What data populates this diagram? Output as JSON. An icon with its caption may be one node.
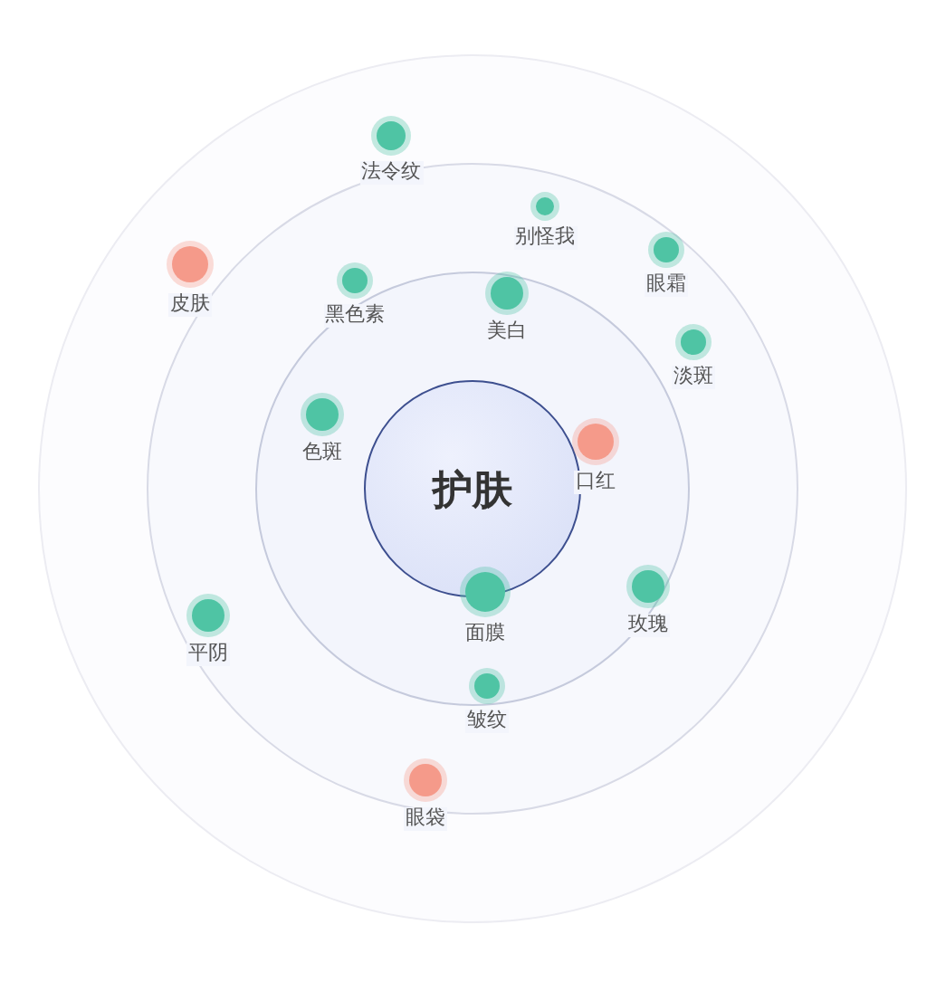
{
  "diagram": {
    "nodes": [
      {
        "text": [
          "护肤"
        ]
      },
      {
        "text": [
          "法令纹"
        ]
      },
      {
        "text": [
          "皮肤"
        ]
      },
      {
        "text": [
          "别怪我"
        ]
      },
      {
        "text": [
          "眼霜"
        ]
      },
      {
        "text": [
          "黑色素"
        ]
      },
      {
        "text": [
          "美白"
        ]
      },
      {
        "text": [
          "淡斑"
        ]
      },
      {
        "text": [
          "色斑"
        ]
      },
      {
        "text": [
          "口红"
        ]
      },
      {
        "text": [
          "平阴"
        ]
      },
      {
        "text": [
          "玫瑰"
        ]
      },
      {
        "text": [
          "面膜"
        ]
      },
      {
        "text": [
          "皱纹"
        ]
      },
      {
        "text": [
          "眼袋"
        ]
      }
    ]
  }
}
